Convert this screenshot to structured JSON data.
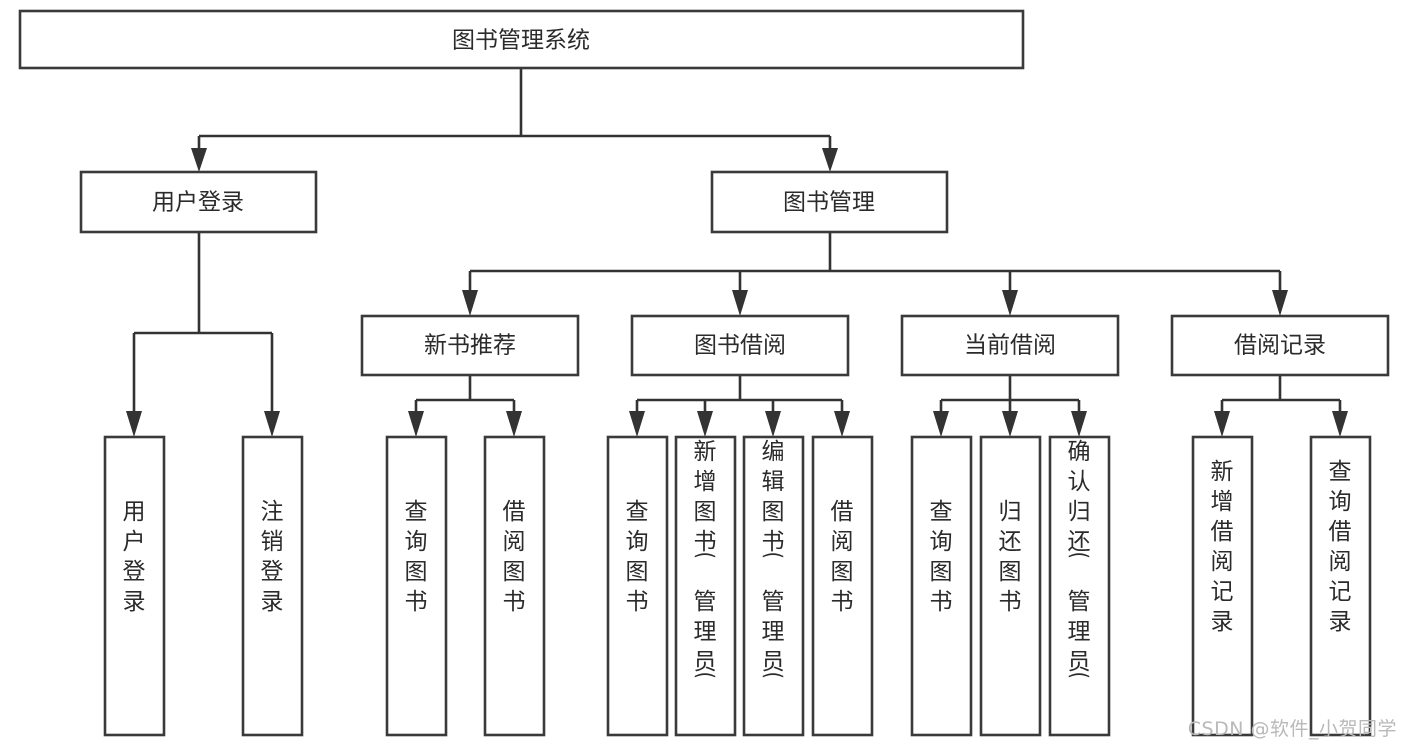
{
  "page": {
    "title": "图书管理系统",
    "watermark": "CSDN @软件_小贺同学",
    "background_color": "#ffffff",
    "line_color": "#333333",
    "box_fill": "#ffffff",
    "text_color": "#2b2b2b",
    "watermark_color": "#b9b9b9"
  },
  "chart_data": {
    "type": "diagram",
    "diagram_kind": "tree",
    "title": "图书管理系统",
    "orientation": "top-down",
    "levels": 4,
    "nodes": [
      {
        "id": "root",
        "label": "图书管理系统",
        "level": 0,
        "parent": null,
        "orientation": "horizontal"
      },
      {
        "id": "n_login",
        "label": "用户登录",
        "level": 1,
        "parent": "root",
        "orientation": "horizontal"
      },
      {
        "id": "n_book_mgmt",
        "label": "图书管理",
        "level": 1,
        "parent": "root",
        "orientation": "horizontal"
      },
      {
        "id": "n_new_rec",
        "label": "新书推荐",
        "level": 2,
        "parent": "n_book_mgmt",
        "orientation": "horizontal"
      },
      {
        "id": "n_borrow",
        "label": "图书借阅",
        "level": 2,
        "parent": "n_book_mgmt",
        "orientation": "horizontal"
      },
      {
        "id": "n_current",
        "label": "当前借阅",
        "level": 2,
        "parent": "n_book_mgmt",
        "orientation": "horizontal"
      },
      {
        "id": "n_history",
        "label": "借阅记录",
        "level": 2,
        "parent": "n_book_mgmt",
        "orientation": "horizontal"
      },
      {
        "id": "l_user_login",
        "label": "用户登录",
        "level": 3,
        "parent": "n_login",
        "orientation": "vertical"
      },
      {
        "id": "l_user_logout",
        "label": "注销登录",
        "level": 3,
        "parent": "n_login",
        "orientation": "vertical"
      },
      {
        "id": "l_rec_query",
        "label": "查询图书",
        "level": 3,
        "parent": "n_new_rec",
        "orientation": "vertical"
      },
      {
        "id": "l_rec_borrow",
        "label": "借阅图书",
        "level": 3,
        "parent": "n_new_rec",
        "orientation": "vertical"
      },
      {
        "id": "l_bor_query",
        "label": "查询图书",
        "level": 3,
        "parent": "n_borrow",
        "orientation": "vertical"
      },
      {
        "id": "l_bor_add",
        "label": "新增图书（管理员）",
        "level": 3,
        "parent": "n_borrow",
        "orientation": "vertical"
      },
      {
        "id": "l_bor_edit",
        "label": "编辑图书（管理员）",
        "level": 3,
        "parent": "n_borrow",
        "orientation": "vertical"
      },
      {
        "id": "l_bor_borrow",
        "label": "借阅图书",
        "level": 3,
        "parent": "n_borrow",
        "orientation": "vertical"
      },
      {
        "id": "l_cur_query",
        "label": "查询图书",
        "level": 3,
        "parent": "n_current",
        "orientation": "vertical"
      },
      {
        "id": "l_cur_return",
        "label": "归还图书",
        "level": 3,
        "parent": "n_current",
        "orientation": "vertical"
      },
      {
        "id": "l_cur_confirm",
        "label": "确认归还（管理员）",
        "level": 3,
        "parent": "n_current",
        "orientation": "vertical"
      },
      {
        "id": "l_his_add",
        "label": "新增借阅记录",
        "level": 3,
        "parent": "n_history",
        "orientation": "vertical"
      },
      {
        "id": "l_his_query",
        "label": "查询借阅记录",
        "level": 3,
        "parent": "n_history",
        "orientation": "vertical"
      }
    ],
    "edges": [
      {
        "from": "root",
        "to": "n_login"
      },
      {
        "from": "root",
        "to": "n_book_mgmt"
      },
      {
        "from": "n_book_mgmt",
        "to": "n_new_rec"
      },
      {
        "from": "n_book_mgmt",
        "to": "n_borrow"
      },
      {
        "from": "n_book_mgmt",
        "to": "n_current"
      },
      {
        "from": "n_book_mgmt",
        "to": "n_history"
      },
      {
        "from": "n_login",
        "to": "l_user_login"
      },
      {
        "from": "n_login",
        "to": "l_user_logout"
      },
      {
        "from": "n_new_rec",
        "to": "l_rec_query"
      },
      {
        "from": "n_new_rec",
        "to": "l_rec_borrow"
      },
      {
        "from": "n_borrow",
        "to": "l_bor_query"
      },
      {
        "from": "n_borrow",
        "to": "l_bor_add"
      },
      {
        "from": "n_borrow",
        "to": "l_bor_edit"
      },
      {
        "from": "n_borrow",
        "to": "l_bor_borrow"
      },
      {
        "from": "n_current",
        "to": "l_cur_query"
      },
      {
        "from": "n_current",
        "to": "l_cur_return"
      },
      {
        "from": "n_current",
        "to": "l_cur_confirm"
      },
      {
        "from": "n_history",
        "to": "l_his_add"
      },
      {
        "from": "n_history",
        "to": "l_his_query"
      }
    ]
  }
}
